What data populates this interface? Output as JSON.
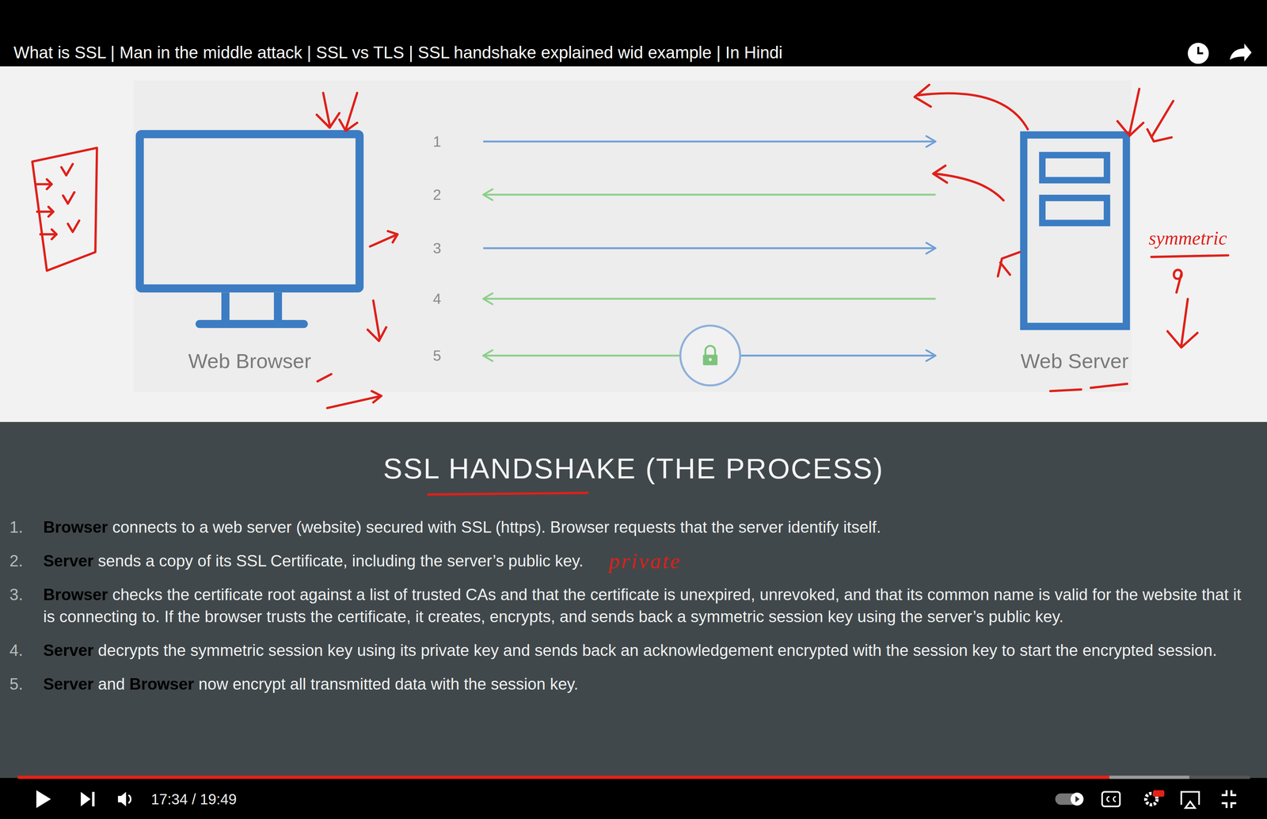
{
  "diagram": {
    "title": "SSL HANDSHAKE (THE PROCESS)",
    "nodes": [
      {
        "text": [
          "Web Browser"
        ]
      },
      {
        "text": [
          "Web Server"
        ]
      }
    ],
    "edges": [
      {
        "from": 0,
        "to": 1,
        "arrow": "to",
        "label": "1"
      },
      {
        "from": 1,
        "to": 0,
        "arrow": "to",
        "label": "2"
      },
      {
        "from": 0,
        "to": 1,
        "arrow": "to",
        "label": "3"
      },
      {
        "from": 1,
        "to": 0,
        "arrow": "to",
        "label": "4"
      },
      {
        "from": 0,
        "to": 1,
        "arrow": "both",
        "label": "5"
      }
    ],
    "labels": [
      "What is SSL | Man in the middle attack | SSL vs TLS | SSL handshake explained wid example | In Hindi",
      "1.",
      "Browser",
      "connects to a web server (website) secured with SSL (https). Browser requests that the server identify itself.",
      "2.",
      "Server",
      "sends a copy of its SSL Certificate, including the server’s public key.",
      "3.",
      "Browser",
      "checks the certificate root against a list of trusted CAs and that the certificate is unexpired, unrevoked, and that its common name is valid for the website that it is connecting to. If the browser trusts the certificate, it creates, encrypts, and sends back a symmetric session key using the server’s public key.",
      "4.",
      "Server",
      "decrypts the symmetric session key using its private key and sends back an acknowledgement encrypted with the session key to start the encrypted session.",
      "5.",
      "Server",
      "and",
      "Browser",
      "now encrypt all transmitted data with the session key.",
      "private",
      "symmetric",
      "17:34 / 19:49"
    ]
  }
}
